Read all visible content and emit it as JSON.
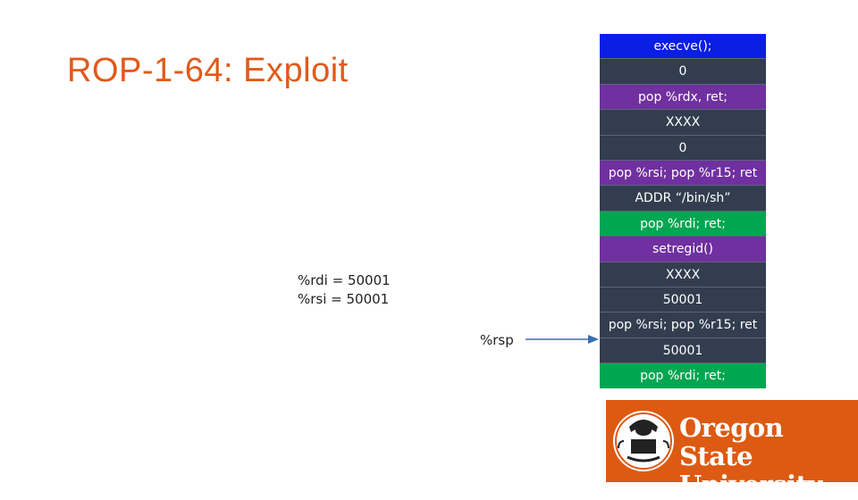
{
  "title": "ROP-1-64: Exploit",
  "stack": [
    {
      "text": "execve();",
      "color": "#0b1ee6"
    },
    {
      "text": "0",
      "color": "#323e4f"
    },
    {
      "text": "pop %rdx, ret;",
      "color": "#7030a0"
    },
    {
      "text": "XXXX",
      "color": "#323e4f"
    },
    {
      "text": "0",
      "color": "#323e4f"
    },
    {
      "text": "pop %rsi; pop %r15; ret",
      "color": "#7030a0"
    },
    {
      "text": "ADDR “/bin/sh”",
      "color": "#323e4f"
    },
    {
      "text": "pop %rdi; ret;",
      "color": "#00a651"
    },
    {
      "text": "setregid()",
      "color": "#7030a0"
    },
    {
      "text": "XXXX",
      "color": "#323e4f"
    },
    {
      "text": "50001",
      "color": "#323e4f"
    },
    {
      "text": "pop %rsi; pop %r15; ret",
      "color": "#323e4f"
    },
    {
      "text": "50001",
      "color": "#323e4f"
    },
    {
      "text": "pop %rdi; ret;",
      "color": "#00a651"
    }
  ],
  "registers": {
    "rdi": "%rdi = 50001",
    "rsi": "%rsi = 50001"
  },
  "rsp_label": "%rsp",
  "logo": {
    "line1": "Oregon State",
    "line2": "University",
    "background": "#dc5a12"
  }
}
